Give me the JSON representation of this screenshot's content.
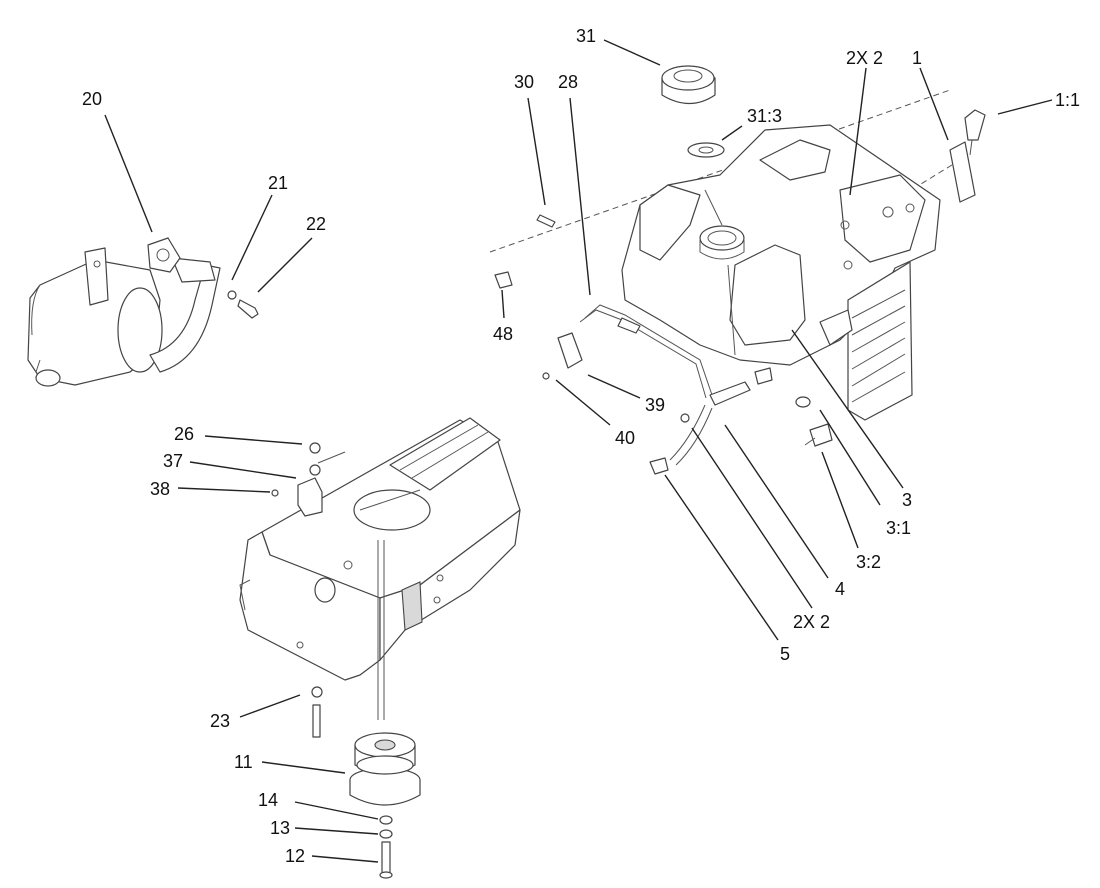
{
  "diagram": {
    "callouts": {
      "c20": "20",
      "c21": "21",
      "c22": "22",
      "c26": "26",
      "c37": "37",
      "c38": "38",
      "c23": "23",
      "c11": "11",
      "c14": "14",
      "c13": "13",
      "c12": "12",
      "c30": "30",
      "c28": "28",
      "c31": "31",
      "c31_3": "31:3",
      "c2x2_top": "2X 2",
      "c1": "1",
      "c1_1": "1:1",
      "c48": "48",
      "c39": "39",
      "c40": "40",
      "c3": "3",
      "c3_1": "3:1",
      "c3_2": "3:2",
      "c4": "4",
      "c2x2_bottom": "2X 2",
      "c5": "5"
    }
  }
}
